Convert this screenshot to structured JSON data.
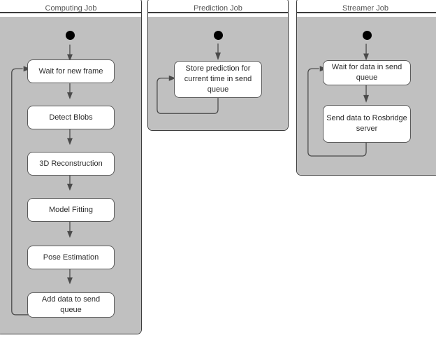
{
  "diagram": {
    "kind": "uml-activity-diagram",
    "background_color": "#ffffff",
    "lane_fill_color": "#c0c0c0",
    "lane_border_color": "#3c3c3c",
    "node_fill_color": "#ffffff",
    "node_border_color": "#5a5a5a",
    "edge_color": "#4a4a4a",
    "title_text_color": "#555555",
    "node_text_color": "#2b2b2b"
  },
  "lanes": [
    {
      "id": "computing-job",
      "title": "Computing Job",
      "start_node": "filled-circle",
      "nodes": [
        {
          "id": "wait-for-new-frame",
          "label": "Wait for new frame"
        },
        {
          "id": "detect-blobs",
          "label": "Detect Blobs"
        },
        {
          "id": "3d-reconstruction",
          "label": "3D Reconstruction"
        },
        {
          "id": "model-fitting",
          "label": "Model Fitting"
        },
        {
          "id": "pose-estimation",
          "label": "Pose Estimation"
        },
        {
          "id": "add-data-to-send-queue",
          "label": "Add data to send queue"
        }
      ],
      "edges": [
        {
          "from": "start",
          "to": "wait-for-new-frame"
        },
        {
          "from": "wait-for-new-frame",
          "to": "detect-blobs"
        },
        {
          "from": "detect-blobs",
          "to": "3d-reconstruction"
        },
        {
          "from": "3d-reconstruction",
          "to": "model-fitting"
        },
        {
          "from": "model-fitting",
          "to": "pose-estimation"
        },
        {
          "from": "pose-estimation",
          "to": "add-data-to-send-queue"
        },
        {
          "from": "add-data-to-send-queue",
          "to": "wait-for-new-frame",
          "type": "loop-back"
        }
      ]
    },
    {
      "id": "prediction-job",
      "title": "Prediction Job",
      "start_node": "filled-circle",
      "nodes": [
        {
          "id": "store-prediction",
          "label": "Store prediction for current time in send queue"
        }
      ],
      "edges": [
        {
          "from": "start",
          "to": "store-prediction"
        },
        {
          "from": "store-prediction",
          "to": "store-prediction",
          "type": "loop-back"
        }
      ]
    },
    {
      "id": "streamer-job",
      "title": "Streamer Job",
      "start_node": "filled-circle",
      "nodes": [
        {
          "id": "wait-for-data",
          "label": "Wait for data in send queue"
        },
        {
          "id": "send-data-rosbridge",
          "label": "Send data to Rosbridge server"
        }
      ],
      "edges": [
        {
          "from": "start",
          "to": "wait-for-data"
        },
        {
          "from": "wait-for-data",
          "to": "send-data-rosbridge"
        },
        {
          "from": "send-data-rosbridge",
          "to": "wait-for-data",
          "type": "loop-back"
        }
      ]
    }
  ]
}
